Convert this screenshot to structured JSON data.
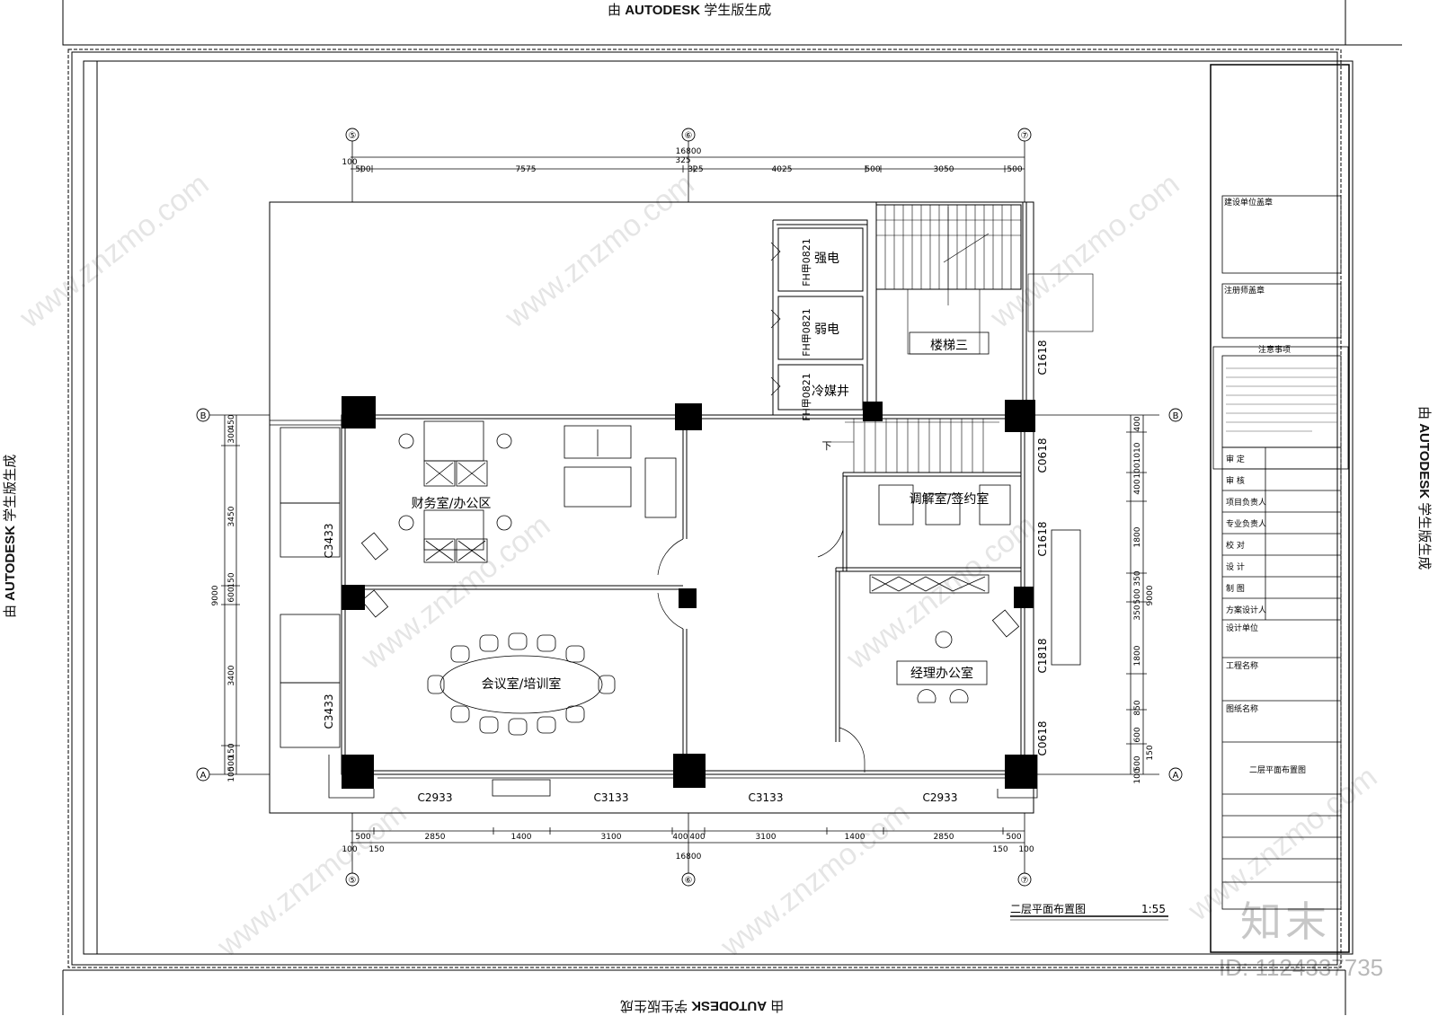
{
  "banner": {
    "prefix": "由",
    "brand": "AUTODESK",
    "suffix": "学生版生成"
  },
  "dims": {
    "top_total": "16800",
    "top_segments": [
      "100",
      "500",
      "7575",
      "325",
      "325",
      "4025",
      "500",
      "3050",
      "500"
    ],
    "bottom_total": "16800",
    "bottom_segments": [
      "500",
      "2850",
      "1400",
      "3100",
      "400",
      "400",
      "3100",
      "1400",
      "2850",
      "500"
    ],
    "bottom_small": [
      "100",
      "150",
      "150",
      "100"
    ],
    "left_total": "9000",
    "left_segments": [
      "450",
      "300",
      "3450",
      "150",
      "600",
      "3400",
      "150",
      "500",
      "100"
    ],
    "right_total": "9000",
    "right_segments": [
      "400",
      "1010",
      "100",
      "400",
      "1800",
      "350",
      "500",
      "350",
      "1800",
      "850",
      "600",
      "150",
      "500",
      "100"
    ]
  },
  "axes": {
    "top": [
      "⑤",
      "⑥",
      "⑦"
    ],
    "bottom": [
      "⑤",
      "⑥",
      "⑦"
    ],
    "left": [
      "B",
      "A"
    ],
    "right": [
      "B",
      "A"
    ]
  },
  "rooms": {
    "finance": "财务室/办公区",
    "meeting": "会议室/培训室",
    "mediation": "调解室/签约室",
    "manager": "经理办公室",
    "stair": "楼梯三",
    "strong": "强电",
    "weak": "弱电",
    "coolant": "冷媒井",
    "down": "下"
  },
  "doors": {
    "fh1": "FH甲0821",
    "fh2": "FH甲0821",
    "fh3": "FH甲0821"
  },
  "windows": {
    "c3433a": "C3433",
    "c3433b": "C3433",
    "c2933a": "C2933",
    "c3133a": "C3133",
    "c3133b": "C3133",
    "c2933b": "C2933",
    "c1618a": "C1618",
    "c0618a": "C0618",
    "c1618b": "C1618",
    "c1818": "C1818",
    "c0618b": "C0618"
  },
  "drawing": {
    "title": "二层平面布置图",
    "scale": "1:55"
  },
  "titleblock": {
    "box1": "建设单位盖章",
    "box2": "注册师盖章",
    "notes_title": "注意事项",
    "rows": [
      "审 定",
      "审 核",
      "项目负责人",
      "专业负责人",
      "校 对",
      "设 计",
      "制 图",
      "方案设计人"
    ],
    "company_label": "设计单位",
    "project_label": "工程名称",
    "drawing_label": "图纸名称",
    "drawing_name": "二层平面布置图"
  },
  "watermark": {
    "site": "www.znzmo.com",
    "logo": "知末",
    "id": "ID: 1124337735"
  }
}
